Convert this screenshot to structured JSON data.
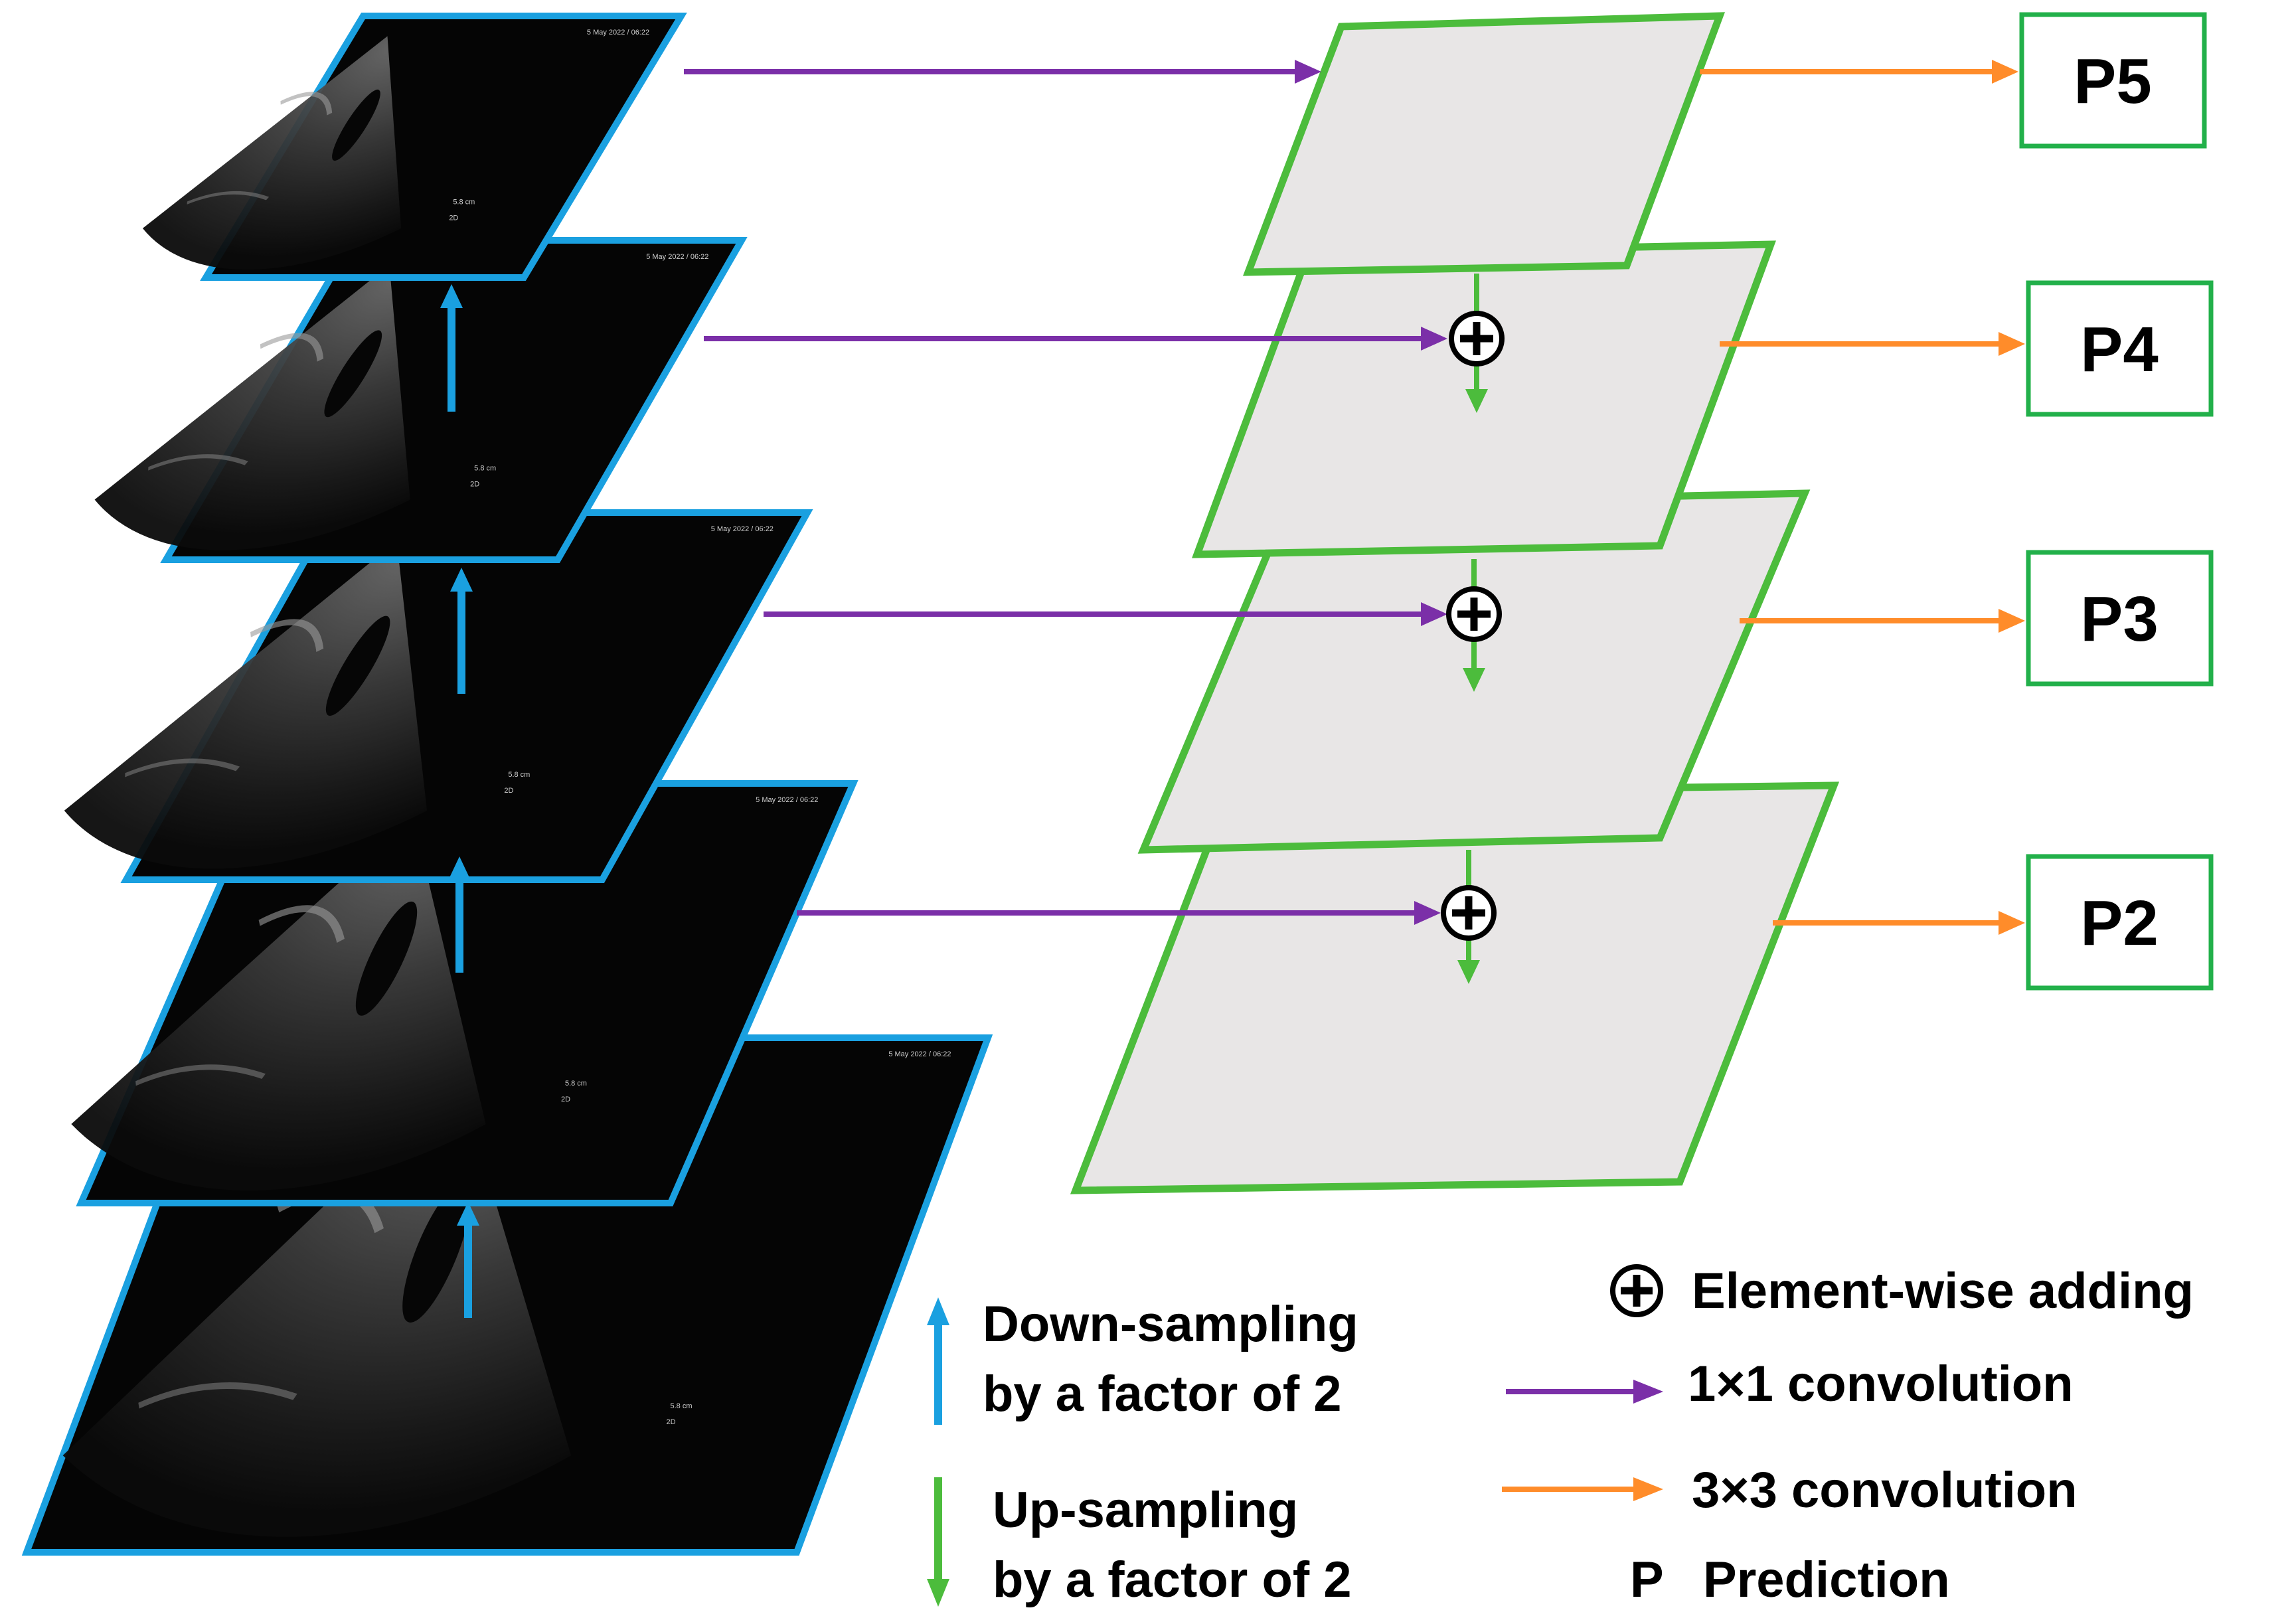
{
  "colors": {
    "blue": "#1aa0e0",
    "green": "#4cbc3c",
    "purple": "#7b2fa8",
    "orange": "#ff8c2a",
    "panel_fill": "#e8e6e6",
    "image_bg": "#050505"
  },
  "input_images": {
    "timestamps": [
      "5 May 2022 / 06:22",
      "5 May 2022 / 06:22",
      "5 May 2022 / 06:22",
      "5 May 2022 / 06:22",
      "5 May 2022 / 06:22"
    ],
    "depth_labels": [
      "5.8 cm",
      "5.8 cm",
      "5.8 cm",
      "5.8 cm",
      "5.8 cm"
    ],
    "mode_labels": [
      "2D",
      "2D",
      "2D",
      "2D",
      "2D"
    ]
  },
  "outputs": [
    {
      "label": "P5"
    },
    {
      "label": "P4"
    },
    {
      "label": "P3"
    },
    {
      "label": "P2"
    }
  ],
  "legend": {
    "down_line1": "Down-sampling",
    "down_line2": "by a factor of 2",
    "up_line1": "Up-sampling",
    "up_line2": "by a factor of 2",
    "add": "Element-wise adding",
    "conv1": "1×1 convolution",
    "conv3": "3×3 convolution",
    "p_symbol": "P",
    "p_text": "Prediction"
  },
  "icons": {
    "add": "circled-plus-icon",
    "arrow": "arrow-icon"
  }
}
